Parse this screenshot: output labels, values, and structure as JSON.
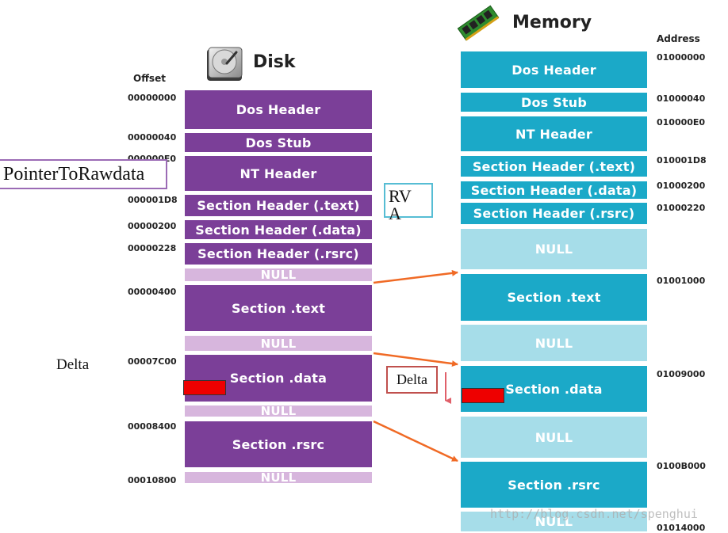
{
  "disk": {
    "title": "Disk",
    "offset_header": "Offset",
    "offsets": [
      "00000000",
      "00000040",
      "000000E0",
      "000001D8",
      "00000200",
      "00000228",
      "00000400",
      "00007C00",
      "00008400",
      "00010800"
    ],
    "blocks": {
      "dos_header": "Dos Header",
      "dos_stub": "Dos Stub",
      "nt_header": "NT Header",
      "section_header_text": "Section Header (.text)",
      "section_header_data": "Section Header (.data)",
      "section_header_rsrc": "Section Header (.rsrc)",
      "null": "NULL",
      "section_text": "Section .text",
      "section_data": "Section .data",
      "section_rsrc": "Section .rsrc"
    }
  },
  "memory": {
    "title": "Memory",
    "address_header": "Address",
    "addresses": [
      "01000000",
      "01000040",
      "010000E0",
      "010001D8",
      "01000200",
      "01000220",
      "01001000",
      "01009000",
      "0100B000",
      "01014000"
    ],
    "blocks": {
      "dos_header": "Dos Header",
      "dos_stub": "Dos Stub",
      "nt_header": "NT Header",
      "section_header_text": "Section Header (.text)",
      "section_header_data": "Section Header (.data)",
      "section_header_rsrc": "Section Header (.rsrc)",
      "null": "NULL",
      "section_text": "Section .text",
      "section_data": "Section .data",
      "section_rsrc": "Section .rsrc"
    }
  },
  "annotations": {
    "pointer_to_rawdata": "PointerToRawdata",
    "rva_line1": "RV",
    "rva_line2": "A",
    "delta_left": "Delta",
    "delta_box": "Delta"
  },
  "colors": {
    "disk_solid": "#7b3f98",
    "disk_null": "#d7b6dd",
    "memory_solid": "#1ba9c8",
    "memory_null": "#a6dde9",
    "arrow": "#f06a25",
    "rva_border": "#56bdd4",
    "pointer_border": "#9b6bb5",
    "delta_border": "#c0504d",
    "red_marker": "#ee0000"
  },
  "icons": {
    "disk": "hard-drive-icon",
    "memory": "ram-module-icon"
  },
  "watermark": "http://blog.csdn.net/spenghui"
}
